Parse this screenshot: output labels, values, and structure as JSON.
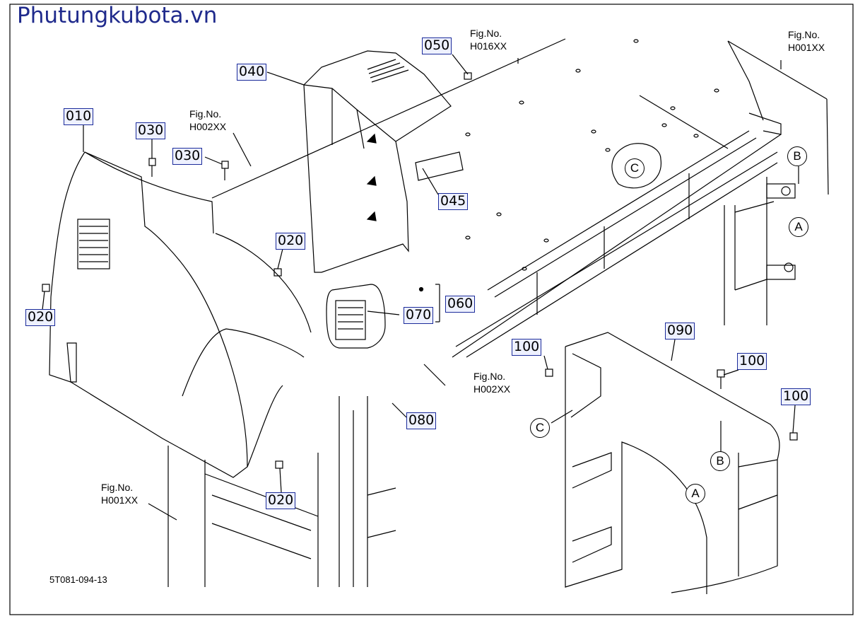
{
  "watermark": "Phutungkubota.vn",
  "drawing_code": "5T081-094-13",
  "parts": {
    "p010": "010",
    "p020a": "020",
    "p020b": "020",
    "p020c": "020",
    "p030a": "030",
    "p030b": "030",
    "p040": "040",
    "p045": "045",
    "p050": "050",
    "p060": "060",
    "p070": "070",
    "p080": "080",
    "p090": "090",
    "p100a": "100",
    "p100b": "100",
    "p100c": "100"
  },
  "fig_refs": {
    "h016": {
      "label": "Fig.No.",
      "ref": "H016XX"
    },
    "h001_top": {
      "label": "Fig.No.",
      "ref": "H001XX"
    },
    "h002_left": {
      "label": "Fig.No.",
      "ref": "H002XX"
    },
    "h002_mid": {
      "label": "Fig.No.",
      "ref": "H002XX"
    },
    "h001_bottom": {
      "label": "Fig.No.",
      "ref": "H001XX"
    }
  },
  "markers": {
    "A1": "A",
    "A2": "A",
    "B1": "B",
    "B2": "B",
    "C1": "C",
    "C2": "C"
  }
}
